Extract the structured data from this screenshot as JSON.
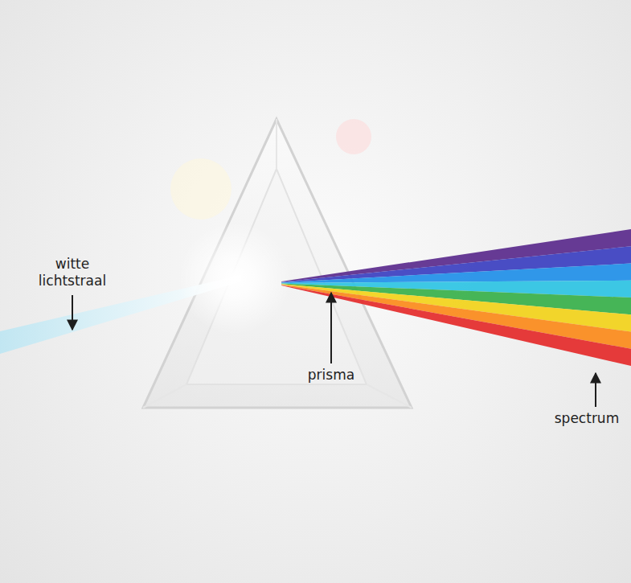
{
  "diagram": {
    "labels": [
      "witte lichtstraal",
      "prisma",
      "spectrum"
    ]
  }
}
